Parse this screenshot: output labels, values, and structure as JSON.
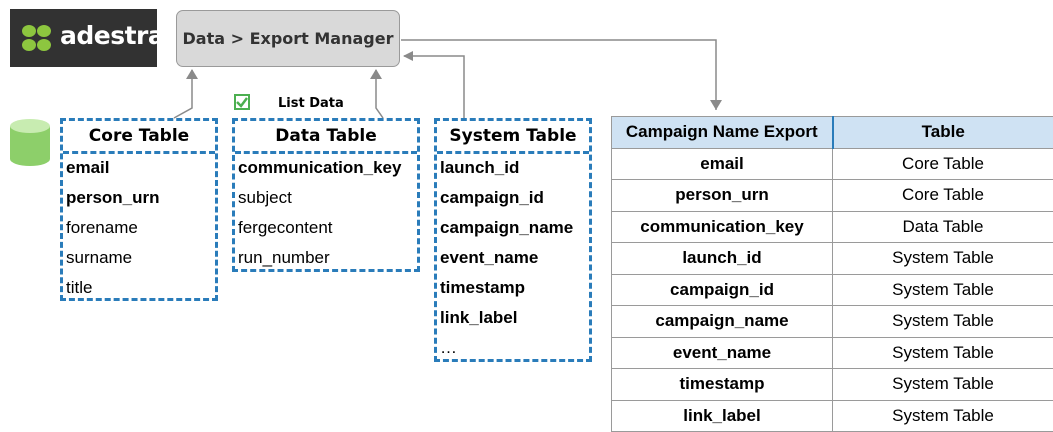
{
  "logo": {
    "text": "adestra"
  },
  "export_manager": {
    "label": "Data > Export Manager"
  },
  "list_data": {
    "label": "List Data",
    "checked": true
  },
  "tables": {
    "core": {
      "title": "Core Table",
      "fields": [
        {
          "name": "email",
          "bold": true
        },
        {
          "name": "person_urn",
          "bold": true
        },
        {
          "name": "forename",
          "bold": false
        },
        {
          "name": "surname",
          "bold": false
        },
        {
          "name": "title",
          "bold": false
        }
      ]
    },
    "data": {
      "title": "Data Table",
      "fields": [
        {
          "name": "communication_key",
          "bold": true
        },
        {
          "name": "subject",
          "bold": false
        },
        {
          "name": "fergecontent",
          "bold": false
        },
        {
          "name": "run_number",
          "bold": false
        }
      ]
    },
    "system": {
      "title": "System Table",
      "fields": [
        {
          "name": "launch_id",
          "bold": true
        },
        {
          "name": "campaign_id",
          "bold": true
        },
        {
          "name": "campaign_name",
          "bold": true
        },
        {
          "name": "event_name",
          "bold": true
        },
        {
          "name": "timestamp",
          "bold": true
        },
        {
          "name": "link_label",
          "bold": true
        },
        {
          "name": "…",
          "bold": false
        }
      ]
    }
  },
  "export_table": {
    "headers": [
      "Campaign Name Export",
      "Table"
    ],
    "rows": [
      [
        "email",
        "Core Table"
      ],
      [
        "person_urn",
        "Core Table"
      ],
      [
        "communication_key",
        "Data Table"
      ],
      [
        "launch_id",
        "System Table"
      ],
      [
        "campaign_id",
        "System Table"
      ],
      [
        "campaign_name",
        "System Table"
      ],
      [
        "event_name",
        "System Table"
      ],
      [
        "timestamp",
        "System Table"
      ],
      [
        "link_label",
        "System Table"
      ]
    ]
  },
  "colors": {
    "dashed_border": "#2a7cba",
    "header_fill": "#cfe2f3",
    "node_fill": "#d9d9d9",
    "logo_bg": "#323232",
    "logo_green": "#8dc63f",
    "db_green": "#8dcf6a"
  }
}
